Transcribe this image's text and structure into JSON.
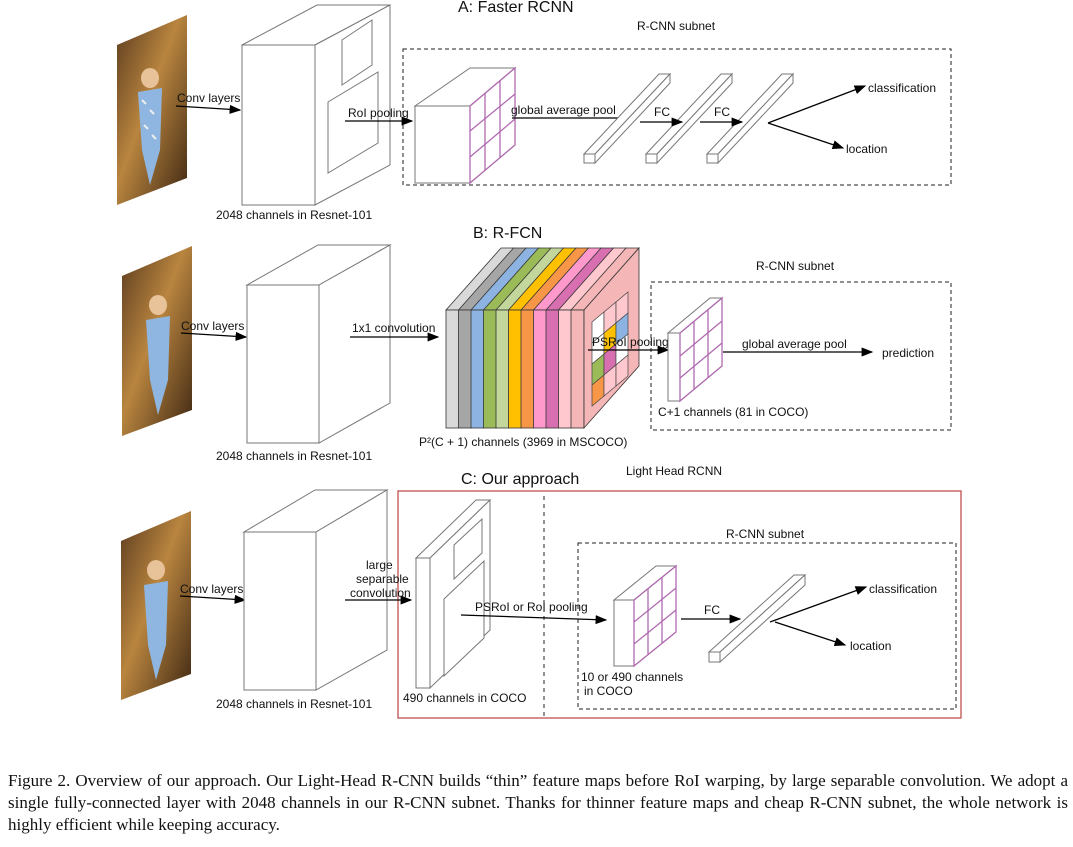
{
  "panels": {
    "a": {
      "title": "A: Faster RCNN",
      "subnet_title": "R-CNN subnet",
      "conv_label": "Conv layers",
      "backbone_label": "2048 channels in Resnet-101",
      "roi_label": "RoI pooling",
      "gap_label": "global average pool",
      "fc1_label": "FC",
      "fc2_label": "FC",
      "out_cls": "classification",
      "out_loc": "location"
    },
    "b": {
      "title": "B: R-FCN",
      "subnet_title": "R-CNN subnet",
      "conv_label": "Conv layers",
      "backbone_label": "2048 channels in Resnet-101",
      "conv1x1_label": "1x1 convolution",
      "channels_label": "P²(C + 1)  channels (3969 in MSCOCO)",
      "psroi_label": "PSRoI pooling",
      "gap_label": "global average pool",
      "out_pred": "prediction",
      "subnet_channels": "C+1 channels (81 in COCO)"
    },
    "c": {
      "title": "C: Our approach",
      "light_head_title": "Light Head RCNN",
      "subnet_title": "R-CNN subnet",
      "conv_label": "Conv layers",
      "backbone_label": "2048 channels in Resnet-101",
      "large_sep_1": "large",
      "large_sep_2": "separable",
      "large_sep_3": "convolution",
      "thin_label": "490 channels in COCO",
      "pool_label": "PSRoI or RoI pooling",
      "fc_label": "FC",
      "roi_ch_1": "10  or 490 channels",
      "roi_ch_2": "in COCO",
      "out_cls": "classification",
      "out_loc": "location"
    }
  },
  "colors": {
    "grid": "#b06ab0",
    "light_head_border": "#c0504d",
    "rfcn_slices": [
      "#d9d9d9",
      "#a6a6a6",
      "#8db3e2",
      "#9bbb59",
      "#c3d69b",
      "#ffc000",
      "#f79646",
      "#ff99cc",
      "#d86fb0",
      "#ffc7ce",
      "#f4b6b6"
    ]
  },
  "caption": "Figure 2. Overview of our approach. Our Light-Head R-CNN builds “thin” feature maps before RoI warping, by large separable convolution. We adopt a single fully-connected layer with 2048 channels in our R-CNN subnet. Thanks for thinner feature maps and cheap R-CNN subnet, the whole network is highly efficient while keeping accuracy."
}
